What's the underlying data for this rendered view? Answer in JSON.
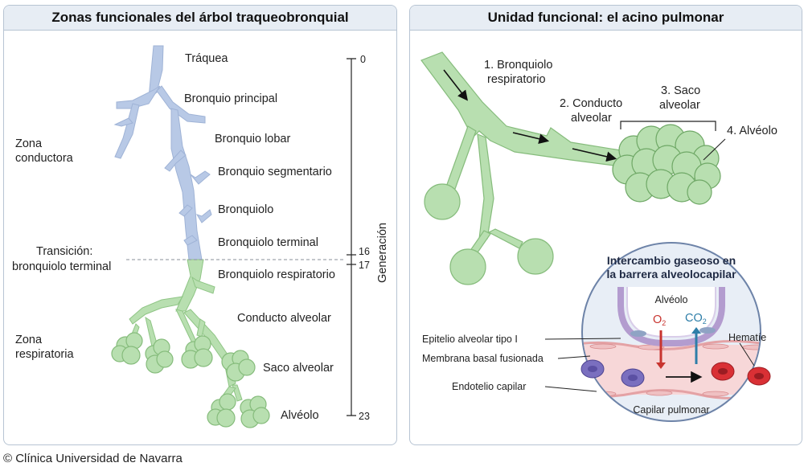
{
  "left": {
    "title": "Zonas funcionales del árbol traqueobronquial",
    "airways": [
      "Tráquea",
      "Bronquio principal",
      "Bronquio lobar",
      "Bronquio segmentario",
      "Bronquiolo",
      "Bronquiolo terminal",
      "Bronquiolo respiratorio",
      "Conducto alveolar",
      "Saco alveolar",
      "Alvéolo"
    ],
    "zone_conductive": [
      "Zona",
      "conductora"
    ],
    "transition": [
      "Transición:",
      "bronquiolo terminal"
    ],
    "zone_respiratory": [
      "Zona",
      "respiratoria"
    ],
    "axis_label": "Generación",
    "ticks": [
      "0",
      "16",
      "17",
      "23"
    ]
  },
  "right": {
    "title": "Unidad funcional: el acino pulmonar",
    "labels": {
      "resp_bronchiole": [
        "1. Bronquiolo",
        "respiratorio"
      ],
      "alv_duct": [
        "2. Conducto",
        "alveolar"
      ],
      "alv_sac": [
        "3. Saco",
        "alveolar"
      ],
      "alveolus": "4. Alvéolo"
    },
    "inset": {
      "title": [
        "Intercambio gaseoso en",
        "la barrera alveolocapilar"
      ],
      "alveolus": "Alvéolo",
      "o2": "O",
      "co2": "CO",
      "sub": "2",
      "rbc": "Hematíe",
      "capillary": "Capilar pulmonar",
      "layers": [
        "Epitelio alveolar tipo I",
        "Membrana basal fusionada",
        "Endotelio capilar"
      ]
    }
  },
  "footer": "© Clínica Universidad de Navarra",
  "colors": {
    "conductive": "#b8c9e6",
    "respiratory": "#b8dfb0",
    "o2": "#c8342f",
    "co2": "#2e7ea8",
    "rbc": "#d93035",
    "rbc_dark": "#9b1c22"
  }
}
